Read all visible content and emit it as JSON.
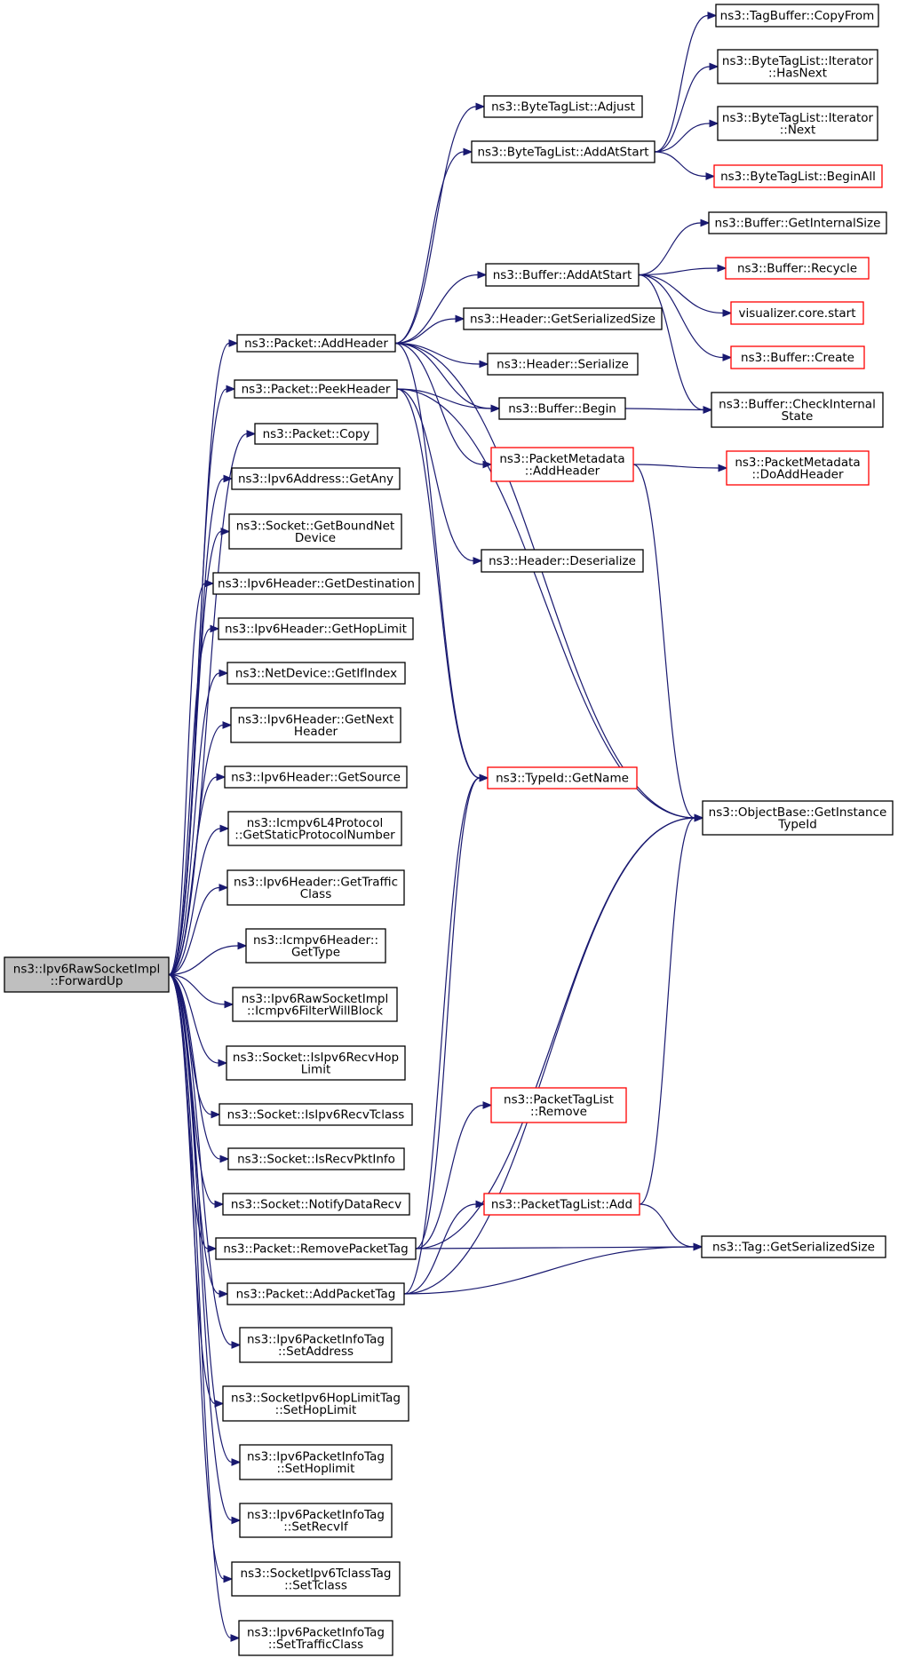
{
  "colors": {
    "edge": "#191970",
    "normal_border": "#000000",
    "link_border": "#ff0000",
    "root_fill": "#bfbfbf",
    "node_fill": "#ffffff"
  },
  "nodes": [
    {
      "id": "root",
      "lines": [
        "ns3::Ipv6RawSocketImpl",
        "::ForwardUp"
      ],
      "style": "root"
    },
    {
      "id": "addHeader",
      "lines": [
        "ns3::Packet::AddHeader"
      ],
      "style": "normal"
    },
    {
      "id": "peekHeader",
      "lines": [
        "ns3::Packet::PeekHeader"
      ],
      "style": "normal"
    },
    {
      "id": "copy",
      "lines": [
        "ns3::Packet::Copy"
      ],
      "style": "normal"
    },
    {
      "id": "getAny",
      "lines": [
        "ns3::Ipv6Address::GetAny"
      ],
      "style": "normal"
    },
    {
      "id": "getBoundNet",
      "lines": [
        "ns3::Socket::GetBoundNet",
        "Device"
      ],
      "style": "normal"
    },
    {
      "id": "getDest",
      "lines": [
        "ns3::Ipv6Header::GetDestination"
      ],
      "style": "normal"
    },
    {
      "id": "getHopLimit",
      "lines": [
        "ns3::Ipv6Header::GetHopLimit"
      ],
      "style": "normal"
    },
    {
      "id": "getIfIndex",
      "lines": [
        "ns3::NetDevice::GetIfIndex"
      ],
      "style": "normal"
    },
    {
      "id": "getNextHeader",
      "lines": [
        "ns3::Ipv6Header::GetNext",
        "Header"
      ],
      "style": "normal"
    },
    {
      "id": "getSource",
      "lines": [
        "ns3::Ipv6Header::GetSource"
      ],
      "style": "normal"
    },
    {
      "id": "icmpStatic",
      "lines": [
        "ns3::Icmpv6L4Protocol",
        "::GetStaticProtocolNumber"
      ],
      "style": "normal"
    },
    {
      "id": "getTraffic",
      "lines": [
        "ns3::Ipv6Header::GetTraffic",
        "Class"
      ],
      "style": "normal"
    },
    {
      "id": "icmpGetType",
      "lines": [
        "ns3::Icmpv6Header::",
        "GetType"
      ],
      "style": "normal"
    },
    {
      "id": "filterBlock",
      "lines": [
        "ns3::Ipv6RawSocketImpl",
        "::Icmpv6FilterWillBlock"
      ],
      "style": "normal"
    },
    {
      "id": "isRecvHop",
      "lines": [
        "ns3::Socket::IsIpv6RecvHop",
        "Limit"
      ],
      "style": "normal"
    },
    {
      "id": "isRecvTclass",
      "lines": [
        "ns3::Socket::IsIpv6RecvTclass"
      ],
      "style": "normal"
    },
    {
      "id": "isRecvPkt",
      "lines": [
        "ns3::Socket::IsRecvPktInfo"
      ],
      "style": "normal"
    },
    {
      "id": "notifyData",
      "lines": [
        "ns3::Socket::NotifyDataRecv"
      ],
      "style": "normal"
    },
    {
      "id": "removeTag",
      "lines": [
        "ns3::Packet::RemovePacketTag"
      ],
      "style": "normal"
    },
    {
      "id": "addTag",
      "lines": [
        "ns3::Packet::AddPacketTag"
      ],
      "style": "normal"
    },
    {
      "id": "setAddress",
      "lines": [
        "ns3::Ipv6PacketInfoTag",
        "::SetAddress"
      ],
      "style": "normal"
    },
    {
      "id": "setHopLimit",
      "lines": [
        "ns3::SocketIpv6HopLimitTag",
        "::SetHopLimit"
      ],
      "style": "normal"
    },
    {
      "id": "setHoplimit2",
      "lines": [
        "ns3::Ipv6PacketInfoTag",
        "::SetHoplimit"
      ],
      "style": "normal"
    },
    {
      "id": "setRecvIf",
      "lines": [
        "ns3::Ipv6PacketInfoTag",
        "::SetRecvIf"
      ],
      "style": "normal"
    },
    {
      "id": "setTclass",
      "lines": [
        "ns3::SocketIpv6TclassTag",
        "::SetTclass"
      ],
      "style": "normal"
    },
    {
      "id": "setTrafficClass",
      "lines": [
        "ns3::Ipv6PacketInfoTag",
        "::SetTrafficClass"
      ],
      "style": "normal"
    },
    {
      "id": "btlAdjust",
      "lines": [
        "ns3::ByteTagList::Adjust"
      ],
      "style": "normal"
    },
    {
      "id": "btlAddAtStart",
      "lines": [
        "ns3::ByteTagList::AddAtStart"
      ],
      "style": "normal"
    },
    {
      "id": "bufAddAtStart",
      "lines": [
        "ns3::Buffer::AddAtStart"
      ],
      "style": "normal"
    },
    {
      "id": "hdrGetSize",
      "lines": [
        "ns3::Header::GetSerializedSize"
      ],
      "style": "normal"
    },
    {
      "id": "hdrSerialize",
      "lines": [
        "ns3::Header::Serialize"
      ],
      "style": "normal"
    },
    {
      "id": "bufBegin",
      "lines": [
        "ns3::Buffer::Begin"
      ],
      "style": "normal"
    },
    {
      "id": "pmAddHeader",
      "lines": [
        "ns3::PacketMetadata",
        "::AddHeader"
      ],
      "style": "link"
    },
    {
      "id": "hdrDeserialize",
      "lines": [
        "ns3::Header::Deserialize"
      ],
      "style": "normal"
    },
    {
      "id": "typeIdGetName",
      "lines": [
        "ns3::TypeId::GetName"
      ],
      "style": "link"
    },
    {
      "id": "ptlRemove",
      "lines": [
        "ns3::PacketTagList",
        "::Remove"
      ],
      "style": "link"
    },
    {
      "id": "ptlAdd",
      "lines": [
        "ns3::PacketTagList::Add"
      ],
      "style": "link"
    },
    {
      "id": "tbCopyFrom",
      "lines": [
        "ns3::TagBuffer::CopyFrom"
      ],
      "style": "normal"
    },
    {
      "id": "btlIterHasNext",
      "lines": [
        "ns3::ByteTagList::Iterator",
        "::HasNext"
      ],
      "style": "normal"
    },
    {
      "id": "btlIterNext",
      "lines": [
        "ns3::ByteTagList::Iterator",
        "::Next"
      ],
      "style": "normal"
    },
    {
      "id": "btlBeginAll",
      "lines": [
        "ns3::ByteTagList::BeginAll"
      ],
      "style": "link"
    },
    {
      "id": "bufGetInternal",
      "lines": [
        "ns3::Buffer::GetInternalSize"
      ],
      "style": "normal"
    },
    {
      "id": "bufRecycle",
      "lines": [
        "ns3::Buffer::Recycle"
      ],
      "style": "link"
    },
    {
      "id": "vizStart",
      "lines": [
        "visualizer.core.start"
      ],
      "style": "link"
    },
    {
      "id": "bufCreate",
      "lines": [
        "ns3::Buffer::Create"
      ],
      "style": "link"
    },
    {
      "id": "bufCheckInternal",
      "lines": [
        "ns3::Buffer::CheckInternal",
        "State"
      ],
      "style": "normal"
    },
    {
      "id": "pmDoAddHeader",
      "lines": [
        "ns3::PacketMetadata",
        "::DoAddHeader"
      ],
      "style": "link"
    },
    {
      "id": "obGetInstance",
      "lines": [
        "ns3::ObjectBase::GetInstance",
        "TypeId"
      ],
      "style": "normal"
    },
    {
      "id": "tagGetSize",
      "lines": [
        "ns3::Tag::GetSerializedSize"
      ],
      "style": "normal"
    }
  ],
  "edges": [
    [
      "root",
      "addHeader"
    ],
    [
      "root",
      "peekHeader"
    ],
    [
      "root",
      "copy"
    ],
    [
      "root",
      "getAny"
    ],
    [
      "root",
      "getBoundNet"
    ],
    [
      "root",
      "getDest"
    ],
    [
      "root",
      "getHopLimit"
    ],
    [
      "root",
      "getIfIndex"
    ],
    [
      "root",
      "getNextHeader"
    ],
    [
      "root",
      "getSource"
    ],
    [
      "root",
      "icmpStatic"
    ],
    [
      "root",
      "getTraffic"
    ],
    [
      "root",
      "icmpGetType"
    ],
    [
      "root",
      "filterBlock"
    ],
    [
      "root",
      "isRecvHop"
    ],
    [
      "root",
      "isRecvTclass"
    ],
    [
      "root",
      "isRecvPkt"
    ],
    [
      "root",
      "notifyData"
    ],
    [
      "root",
      "removeTag"
    ],
    [
      "root",
      "addTag"
    ],
    [
      "root",
      "setAddress"
    ],
    [
      "root",
      "setHopLimit"
    ],
    [
      "root",
      "setHoplimit2"
    ],
    [
      "root",
      "setRecvIf"
    ],
    [
      "root",
      "setTclass"
    ],
    [
      "root",
      "setTrafficClass"
    ],
    [
      "addHeader",
      "btlAdjust"
    ],
    [
      "addHeader",
      "btlAddAtStart"
    ],
    [
      "addHeader",
      "bufAddAtStart"
    ],
    [
      "addHeader",
      "hdrGetSize"
    ],
    [
      "addHeader",
      "hdrSerialize"
    ],
    [
      "addHeader",
      "bufBegin"
    ],
    [
      "addHeader",
      "pmAddHeader"
    ],
    [
      "addHeader",
      "typeIdGetName"
    ],
    [
      "addHeader",
      "obGetInstance"
    ],
    [
      "peekHeader",
      "bufBegin"
    ],
    [
      "peekHeader",
      "hdrDeserialize"
    ],
    [
      "peekHeader",
      "typeIdGetName"
    ],
    [
      "peekHeader",
      "obGetInstance"
    ],
    [
      "btlAddAtStart",
      "tbCopyFrom"
    ],
    [
      "btlAddAtStart",
      "btlIterHasNext"
    ],
    [
      "btlAddAtStart",
      "btlIterNext"
    ],
    [
      "btlAddAtStart",
      "btlBeginAll"
    ],
    [
      "bufAddAtStart",
      "bufGetInternal"
    ],
    [
      "bufAddAtStart",
      "bufRecycle"
    ],
    [
      "bufAddAtStart",
      "vizStart"
    ],
    [
      "bufAddAtStart",
      "bufCreate"
    ],
    [
      "bufAddAtStart",
      "bufCheckInternal"
    ],
    [
      "bufBegin",
      "bufCheckInternal"
    ],
    [
      "pmAddHeader",
      "pmDoAddHeader"
    ],
    [
      "pmAddHeader",
      "obGetInstance"
    ],
    [
      "removeTag",
      "ptlRemove"
    ],
    [
      "removeTag",
      "typeIdGetName"
    ],
    [
      "removeTag",
      "obGetInstance"
    ],
    [
      "removeTag",
      "tagGetSize"
    ],
    [
      "addTag",
      "ptlAdd"
    ],
    [
      "addTag",
      "typeIdGetName"
    ],
    [
      "addTag",
      "obGetInstance"
    ],
    [
      "addTag",
      "tagGetSize"
    ],
    [
      "ptlAdd",
      "tagGetSize"
    ],
    [
      "ptlAdd",
      "obGetInstance"
    ]
  ]
}
